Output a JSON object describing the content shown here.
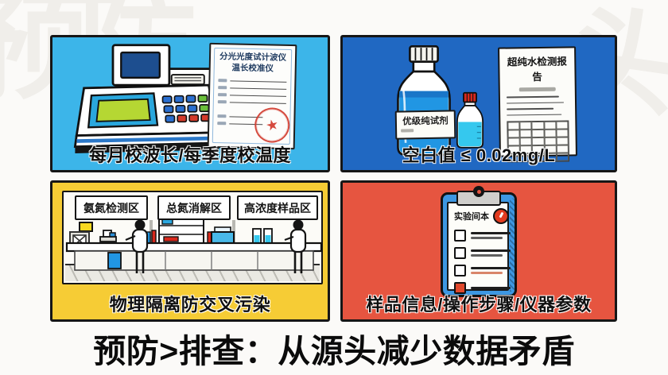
{
  "page": {
    "headline": "预防>排查：从源头减少数据矛盾"
  },
  "watermarks": {
    "top_left": "预防",
    "top_right": "头"
  },
  "colors": {
    "panel_calibration": "#3cb5e9",
    "panel_reagent": "#2068c2",
    "panel_zones": "#f6cc35",
    "panel_record": "#e65540",
    "accent_red": "#d8281c",
    "accent_blue": "#2196e3",
    "seal_red": "#d23b2e"
  },
  "panels": {
    "calibration": {
      "caption": "每月校波长/每季度校温度",
      "certificate": {
        "title_line1": "分光光度试计波仪",
        "title_line2": "温长校准仪",
        "seal_glyph": "★"
      }
    },
    "reagent": {
      "caption": "空白值 ≤ 0.02mg/L",
      "bottle_label": "优级纯试剂",
      "report_title": "超纯水检测报告"
    },
    "lab_zones": {
      "caption": "物理隔离防交叉污染",
      "zones": [
        "氨氮检测区",
        "总氮消解区",
        "高浓度样品区"
      ]
    },
    "record": {
      "caption": "样品信息/操作步骤/仪器参数",
      "clipboard_title": "实验间本"
    }
  }
}
